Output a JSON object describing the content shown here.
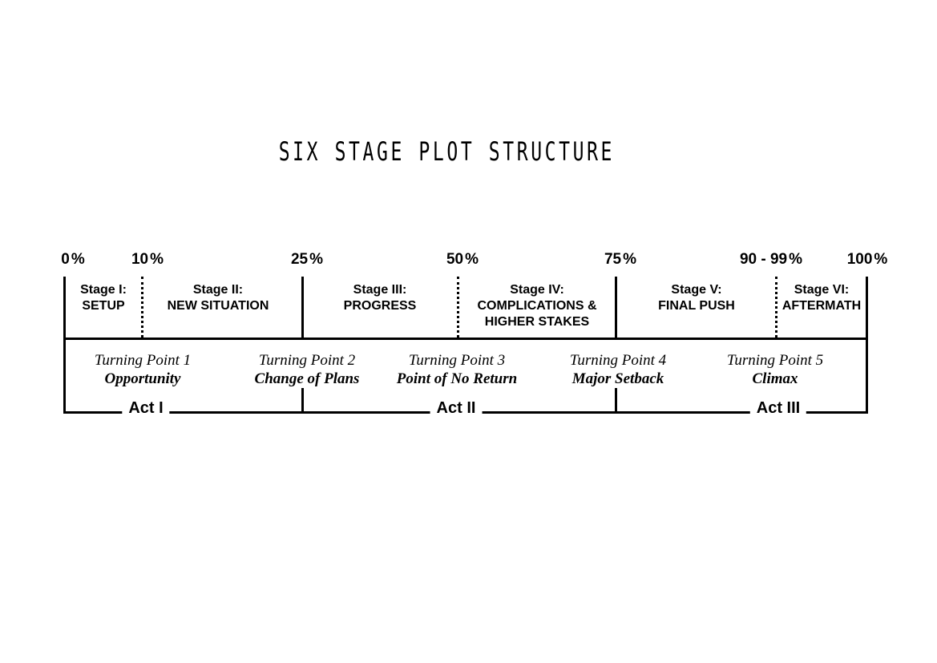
{
  "title": "SIX STAGE PLOT STRUCTURE",
  "percentages": [
    {
      "num": "0",
      "sym": "%"
    },
    {
      "num": "10",
      "sym": "%"
    },
    {
      "num": "25",
      "sym": "%"
    },
    {
      "num": "50",
      "sym": "%"
    },
    {
      "num": "75",
      "sym": "%"
    },
    {
      "num": "90 - 99",
      "sym": "%"
    },
    {
      "num": "100",
      "sym": "%"
    }
  ],
  "stages": [
    {
      "label": "Stage I:",
      "name": "SETUP"
    },
    {
      "label": "Stage II:",
      "name": "NEW SITUATION"
    },
    {
      "label": "Stage III:",
      "name": "PROGRESS"
    },
    {
      "label": "Stage IV:",
      "name": "COMPLICATIONS &",
      "name2": "HIGHER STAKES"
    },
    {
      "label": "Stage V:",
      "name": "FINAL PUSH"
    },
    {
      "label": "Stage VI:",
      "name": "AFTERMATH"
    }
  ],
  "turning_points": [
    {
      "label": "Turning Point 1",
      "name": "Opportunity"
    },
    {
      "label": "Turning Point 2",
      "name": "Change of Plans"
    },
    {
      "label": "Turning Point 3",
      "name": "Point of No Return"
    },
    {
      "label": "Turning Point 4",
      "name": "Major Setback"
    },
    {
      "label": "Turning Point 5",
      "name": "Climax"
    }
  ],
  "acts": [
    "Act I",
    "Act II",
    "Act III"
  ]
}
